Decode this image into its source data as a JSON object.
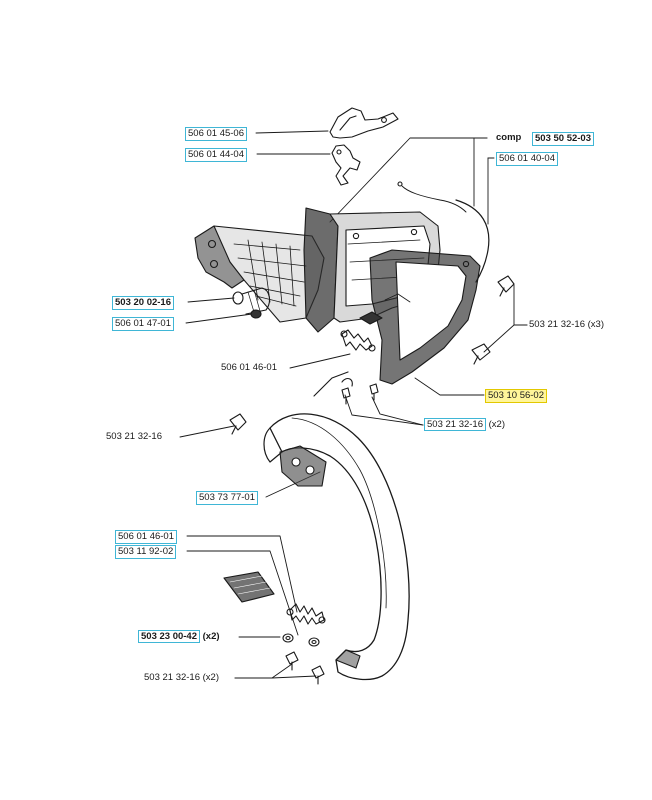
{
  "parts": {
    "p_506014506": "506 01 45-06",
    "p_506014404": "506 01 44-04",
    "comp_prefix": "comp",
    "comp_number": "503 50 52-03",
    "p_506014004": "506 01 40-04",
    "p_503200216": "503 20 02-16",
    "p_506014701": "506 01 47-01",
    "p_503213216_x3_num": "503 21 32-16",
    "p_503213216_x3_qty": "(x3)",
    "p_506014601_top": "506 01 46-01",
    "p_503105602": "503 10 56-02",
    "p_503213216_a_num": "503 21 32-16",
    "p_503213216_a_qty": "(x2)",
    "p_503213216_b": "503 21 32-16",
    "p_503737701": "503 73 77-01",
    "p_506014601_bot": "506 01 46-01",
    "p_503119202": "503 11 92-02",
    "p_503230042_num": "503 23 00-42",
    "p_503230042_qty": "(x2)",
    "p_503213216_c": "503 21 32-16 (x2)"
  },
  "colors": {
    "box_border": "#3fb6d6",
    "highlight_fill": "#fff59a",
    "line": "#1a1a1a"
  }
}
